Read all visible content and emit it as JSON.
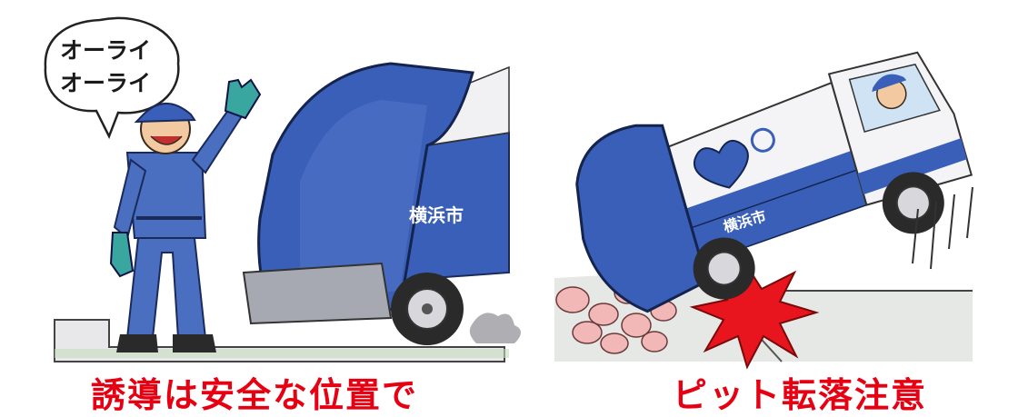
{
  "panels": {
    "left": {
      "speech": {
        "line1": "オーライ",
        "line2": "オーライ"
      },
      "truck_marking": "横浜市",
      "caption": "誘導は安全な位置で"
    },
    "right": {
      "truck_marking": "横浜市",
      "caption": "ピット転落注意"
    }
  },
  "colors": {
    "caption": "#e60012",
    "truck_blue": "#3a5fb8",
    "uniform_blue": "#4a6fc0",
    "burst": "#e8141e",
    "glove": "#3aa6a0"
  }
}
